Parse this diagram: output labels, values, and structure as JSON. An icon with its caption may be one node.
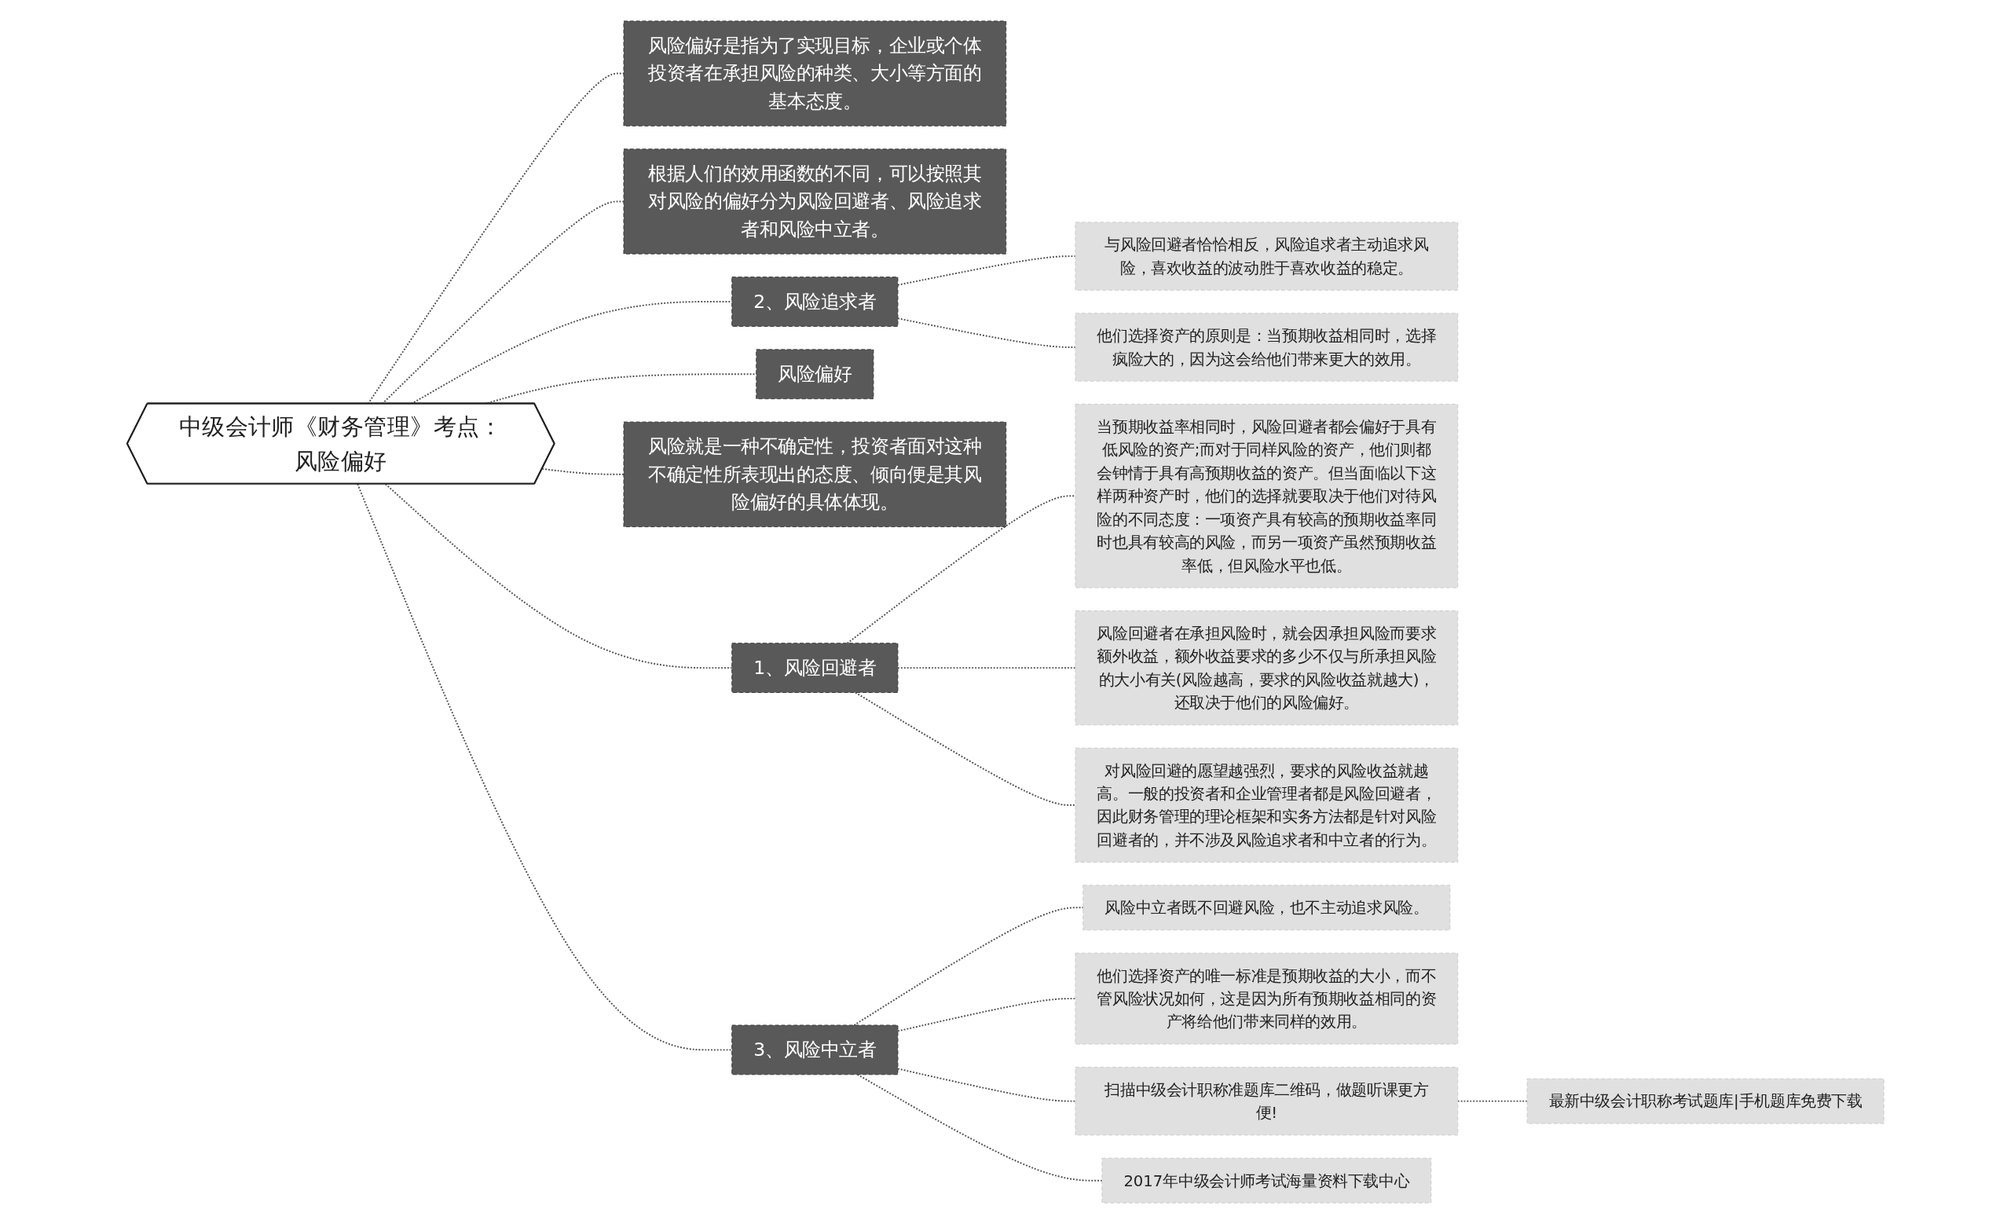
{
  "diagram": {
    "nodes": [
      {
        "text": [
          "中级会计师《财务管理》考点：风险偏好"
        ]
      },
      {
        "text": [
          "风险偏好是指为了实现目标，企业或个体投资者在承担风险的种类、大小等方面的基本态度。"
        ]
      },
      {
        "text": [
          "根据人们的效用函数的不同，可以按照其对风险的偏好分为风险回避者、风险追求者和风险中立者。"
        ]
      },
      {
        "text": [
          "2、风险追求者"
        ]
      },
      {
        "text": [
          "与风险回避者恰恰相反，风险追求者主动追求风险，喜欢收益的波动胜于喜欢收益的稳定。"
        ]
      },
      {
        "text": [
          "他们选择资产的原则是：当预期收益相同时，选择疯险大的，因为这会给他们带来更大的效用。"
        ]
      },
      {
        "text": [
          "风险偏好"
        ]
      },
      {
        "text": [
          "风险就是一种不确定性，投资者面对这种不确定性所表现出的态度、倾向便是其风险偏好的具体体现。"
        ]
      },
      {
        "text": [
          "1、风险回避者"
        ]
      },
      {
        "text": [
          "当预期收益率相同时，风险回避者都会偏好于具有低风险的资产;而对于同样风险的资产，他们则都会钟情于具有高预期收益的资产。但当面临以下这样两种资产时，他们的选择就要取决于他们对待风险的不同态度：一项资产具有较高的预期收益率同时也具有较高的风险，而另一项资产虽然预期收益率低，但风险水平也低。"
        ]
      },
      {
        "text": [
          "风险回避者在承担风险时，就会因承担风险而要求额外收益，额外收益要求的多少不仅与所承担风险的大小有关(风险越高，要求的风险收益就越大)，还取决于他们的风险偏好。"
        ]
      },
      {
        "text": [
          "对风险回避的愿望越强烈，要求的风险收益就越高。一般的投资者和企业管理者都是风险回避者，因此财务管理的理论框架和实务方法都是针对风险回避者的，并不涉及风险追求者和中立者的行为。"
        ]
      },
      {
        "text": [
          "3、风险中立者"
        ]
      },
      {
        "text": [
          "风险中立者既不回避风险，也不主动追求风险。"
        ]
      },
      {
        "text": [
          "他们选择资产的唯一标准是预期收益的大小，而不管风险状况如何，这是因为所有预期收益相同的资产将给他们带来同样的效用。"
        ]
      },
      {
        "text": [
          "扫描中级会计职称准题库二维码，做题听课更方便!"
        ]
      },
      {
        "text": [
          "最新中级会计职称考试题库|手机题库免费下载"
        ]
      },
      {
        "text": [
          "2017年中级会计师考试海量资料下载中心"
        ]
      }
    ],
    "edges": [
      {
        "from": 0,
        "to": 1,
        "arrow": "none",
        "style": "dashed"
      },
      {
        "from": 0,
        "to": 2,
        "arrow": "none",
        "style": "dashed"
      },
      {
        "from": 0,
        "to": 3,
        "arrow": "none",
        "style": "dashed"
      },
      {
        "from": 3,
        "to": 4,
        "arrow": "none",
        "style": "dashed"
      },
      {
        "from": 3,
        "to": 5,
        "arrow": "none",
        "style": "dashed"
      },
      {
        "from": 0,
        "to": 6,
        "arrow": "none",
        "style": "dashed"
      },
      {
        "from": 0,
        "to": 7,
        "arrow": "none",
        "style": "dashed"
      },
      {
        "from": 0,
        "to": 8,
        "arrow": "none",
        "style": "dashed"
      },
      {
        "from": 8,
        "to": 9,
        "arrow": "none",
        "style": "dashed"
      },
      {
        "from": 8,
        "to": 10,
        "arrow": "none",
        "style": "dashed"
      },
      {
        "from": 8,
        "to": 11,
        "arrow": "none",
        "style": "dashed"
      },
      {
        "from": 0,
        "to": 12,
        "arrow": "none",
        "style": "dashed"
      },
      {
        "from": 12,
        "to": 13,
        "arrow": "none",
        "style": "dashed"
      },
      {
        "from": 12,
        "to": 14,
        "arrow": "none",
        "style": "dashed"
      },
      {
        "from": 12,
        "to": 15,
        "arrow": "none",
        "style": "dashed"
      },
      {
        "from": 15,
        "to": 16,
        "arrow": "none",
        "style": "dashed"
      },
      {
        "from": 12,
        "to": 17,
        "arrow": "none",
        "style": "dashed"
      }
    ]
  }
}
